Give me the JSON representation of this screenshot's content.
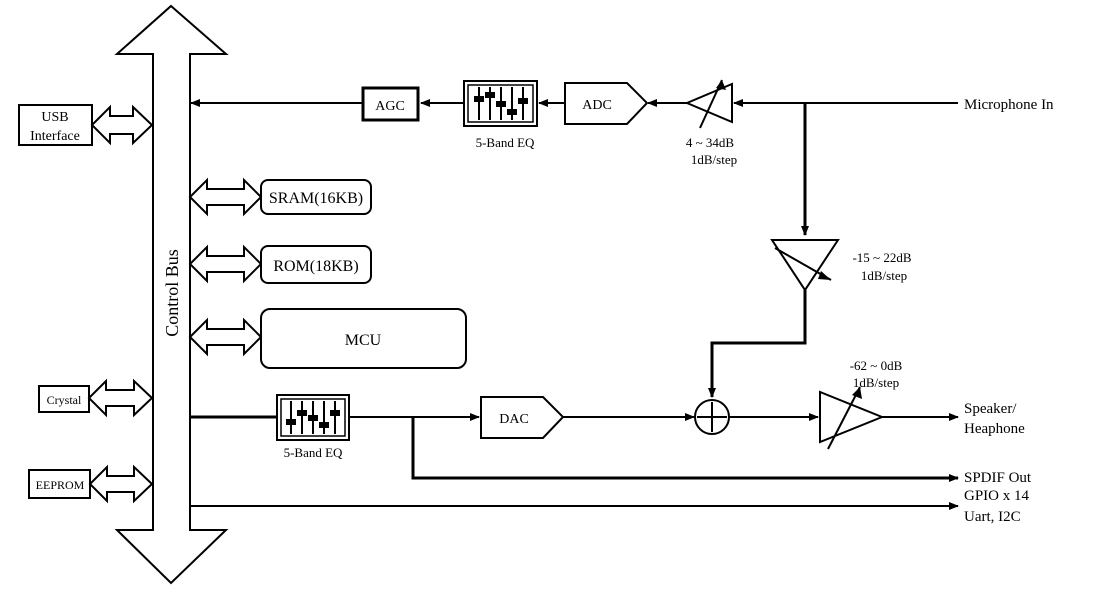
{
  "left_blocks": {
    "usb_line1": "USB",
    "usb_line2": "Interface",
    "crystal": "Crystal",
    "eeprom": "EEPROM"
  },
  "bus": {
    "label": "Control Bus"
  },
  "memory": {
    "sram": "SRAM(16KB)",
    "rom": "ROM(18KB)",
    "mcu": "MCU"
  },
  "record_path": {
    "agc": "AGC",
    "eq_label": "5-Band EQ",
    "adc": "ADC",
    "mic_gain_line1": "4 ~ 34dB",
    "mic_gain_line2": "1dB/step",
    "mic_in": "Microphone In"
  },
  "monitor_path": {
    "gain_line1": "-15 ~ 22dB",
    "gain_line2": "1dB/step"
  },
  "playback_path": {
    "eq_label": "5-Band EQ",
    "dac": "DAC",
    "spk_gain_line1": "-62 ~ 0dB",
    "spk_gain_line2": "1dB/step",
    "speaker_line1": "Speaker/",
    "speaker_line2": "Heaphone",
    "spdif": "SPDIF Out",
    "gpio": "GPIO x 14",
    "uart": "Uart,  I2C"
  }
}
